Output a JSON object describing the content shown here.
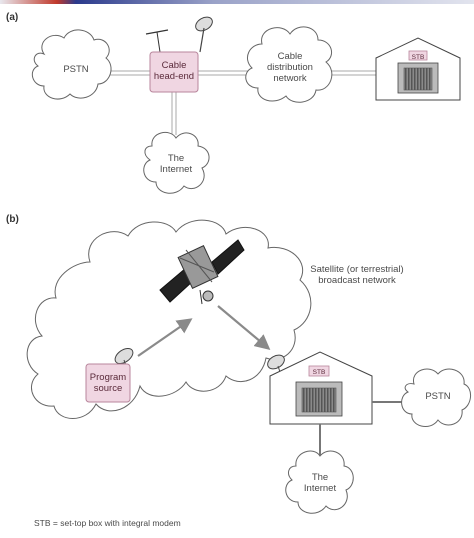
{
  "panel_a": {
    "label": "(a)",
    "pstn": "PSTN",
    "headend_line1": "Cable",
    "headend_line2": "head-end",
    "distribution_line1": "Cable",
    "distribution_line2": "distribution",
    "distribution_line3": "network",
    "stb": "STB",
    "internet_line1": "The",
    "internet_line2": "Internet"
  },
  "panel_b": {
    "label": "(b)",
    "broadcast_line1": "Satellite (or terrestrial)",
    "broadcast_line2": "broadcast network",
    "program_line1": "Program",
    "program_line2": "source",
    "stb": "STB",
    "pstn": "PSTN",
    "internet_line1": "The",
    "internet_line2": "Internet"
  },
  "footnote": "STB = set-top box with integral modem",
  "colors": {
    "box_fill": "#f0d6e2",
    "box_stroke": "#b8869c",
    "line": "#9a9a9a",
    "arrow": "#8a8a8a",
    "cloud_stroke": "#666666",
    "topbar_left": "#c0392b",
    "topbar_right": "#3b4a8c"
  }
}
